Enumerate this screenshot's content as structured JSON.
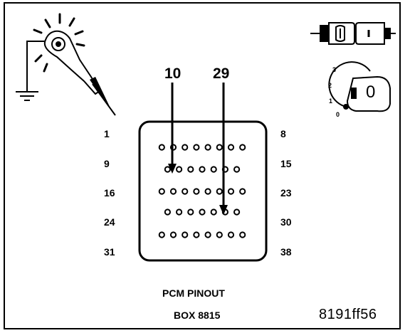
{
  "pin_labels": {
    "left": [
      "1",
      "9",
      "16",
      "24",
      "31"
    ],
    "right": [
      "8",
      "15",
      "23",
      "30",
      "38"
    ]
  },
  "arrows": [
    "10",
    "29"
  ],
  "ignition_positions": [
    "3",
    "2",
    "1",
    "0"
  ],
  "ignition_key_label": "0",
  "caption": {
    "line1": "PCM PINOUT",
    "line2": "BOX 8815"
  },
  "figure_code": "8191ff56",
  "connector": {
    "row_counts": [
      8,
      7,
      8,
      7,
      8
    ],
    "probed_pins": [
      "10",
      "29"
    ]
  },
  "icons": {
    "test_probe": "test-lamp-probe-icon",
    "ground": "ground-icon",
    "connector_unplugged": "connector-disconnected-icon",
    "ignition_key": "ignition-key-icon"
  }
}
